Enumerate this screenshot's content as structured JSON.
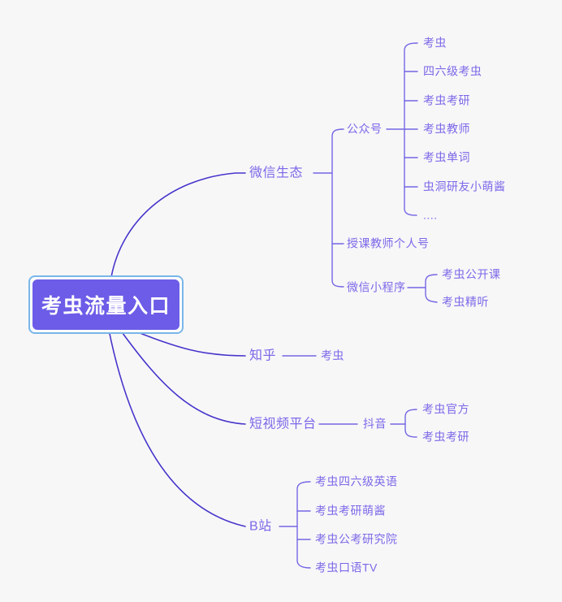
{
  "root": {
    "label": "考虫流量入口"
  },
  "branches": [
    {
      "label": "微信生态",
      "children": [
        {
          "label": "公众号",
          "children": [
            "考虫",
            "四六级考虫",
            "考虫考研",
            "考虫教师",
            "考虫单词",
            "虫洞研友小萌酱",
            "...."
          ]
        },
        {
          "label": "授课教师个人号"
        },
        {
          "label": "微信小程序",
          "children": [
            "考虫公开课",
            "考虫精听"
          ]
        }
      ]
    },
    {
      "label": "知乎",
      "children": [
        {
          "label": "考虫"
        }
      ]
    },
    {
      "label": "短视频平台",
      "children": [
        {
          "label": "抖音",
          "children": [
            "考虫官方",
            "考虫考研"
          ]
        }
      ]
    },
    {
      "label": "B站",
      "children": [
        "考虫四六级英语",
        "考虫考研萌酱",
        "考虫公考研究院",
        "考虫口语TV"
      ]
    }
  ],
  "colors": {
    "background": "#f7f7f8",
    "root_fill": "#6c5ce7",
    "root_text": "#ffffff",
    "selection_border": "#79b7ea",
    "line_primary": "#4635cb",
    "line_secondary": "#7466e3",
    "label_text": "#7b68e8"
  }
}
